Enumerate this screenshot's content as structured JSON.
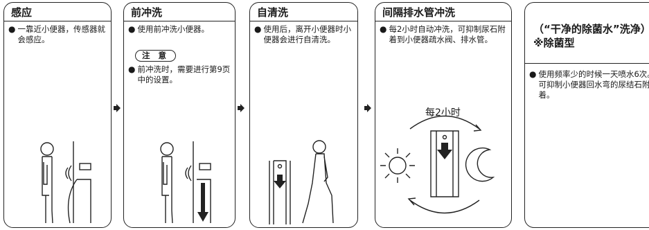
{
  "panels": [
    {
      "title": "感应",
      "text": "一靠近小便器，传感器就会感应。"
    },
    {
      "title": "前冲洗",
      "text": "使用前冲洗小便器。",
      "note_label": "注 意",
      "note_text": "前冲洗时，需要进行第9页中的设置。"
    },
    {
      "title": "自清洗",
      "text": "使用后，离开小便器时小便器会进行自清洗。"
    },
    {
      "title": "间隔排水管冲洗",
      "text": "每2小时自动冲洗，可抑制尿石附着到小便器疏水阀、排水管。",
      "cycle_label": "每2小时"
    },
    {
      "title": "（“干净的除菌水”洗净）",
      "subtitle": "※除菌型",
      "text": "使用频率少的时候一天喷水6次。",
      "text2": "可抑制小便器回水弯的尿结石附着。"
    }
  ]
}
